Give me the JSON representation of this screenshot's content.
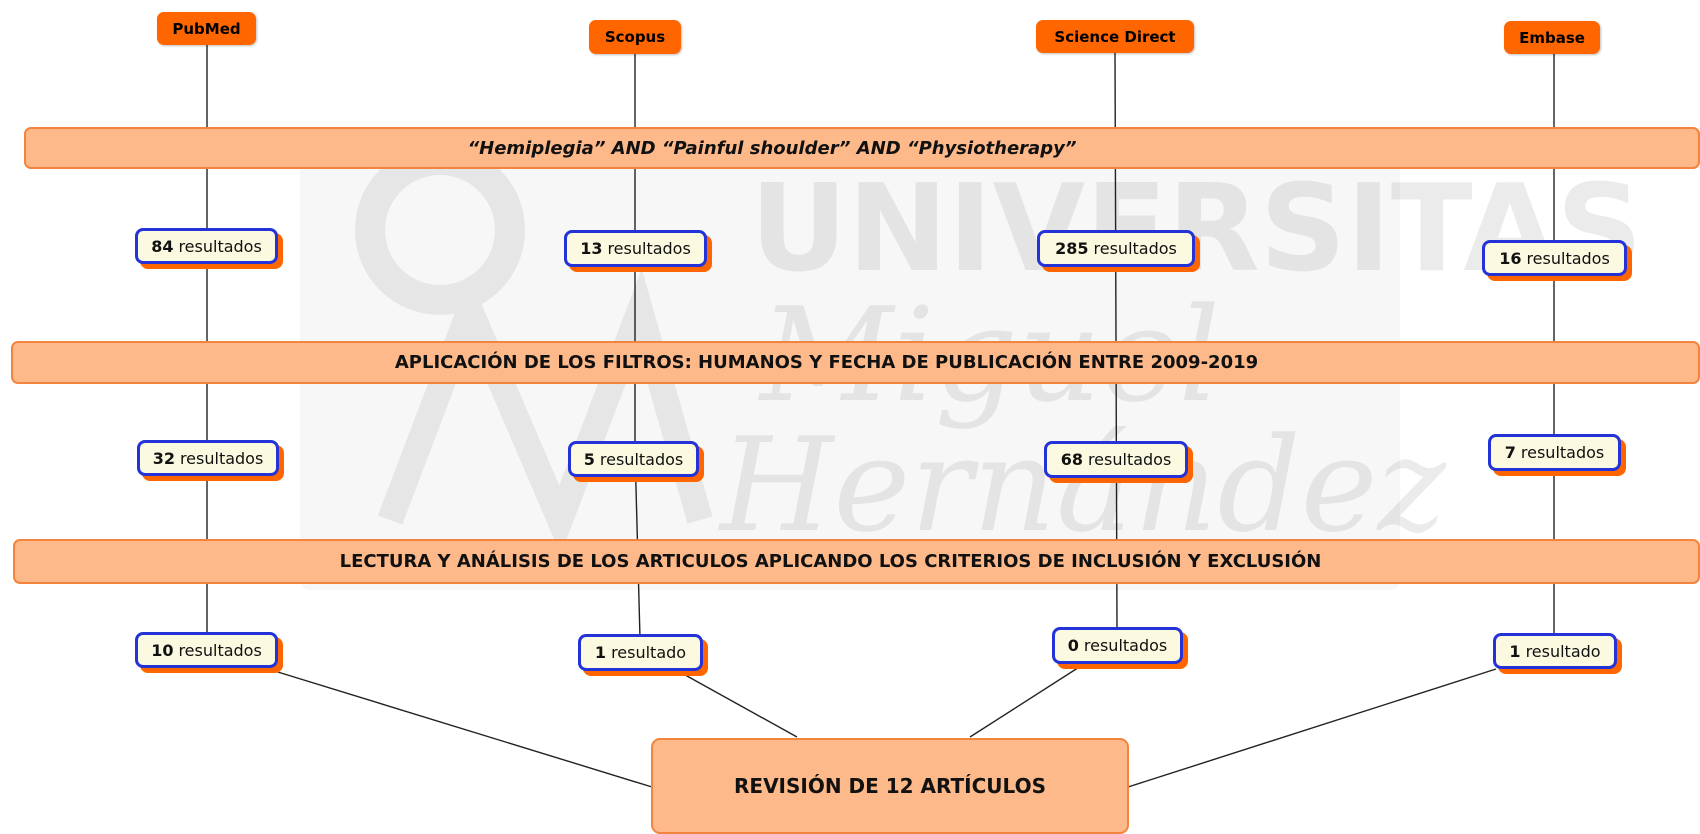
{
  "databases": [
    "PubMed",
    "Scopus",
    "Science Direct",
    "Embase"
  ],
  "bands": {
    "search": "“Hemiplegia” AND “Painful shoulder” AND “Physiotherapy”",
    "filters": "APLICACIÓN DE LOS FILTROS: HUMANOS Y FECHA DE PUBLICACIÓN ENTRE 2009-2019",
    "reading": "LECTURA Y ANÁLISIS DE LOS ARTICULOS APLICANDO LOS CRITERIOS DE INCLUSIÓN Y EXCLUSIÓN"
  },
  "results": {
    "stage1": [
      {
        "num": "84",
        "label": "resultados"
      },
      {
        "num": "13",
        "label": "resultados"
      },
      {
        "num": "285",
        "label": "resultados"
      },
      {
        "num": "16",
        "label": "resultados"
      }
    ],
    "stage2": [
      {
        "num": "32",
        "label": "resultados"
      },
      {
        "num": "5",
        "label": "resultados"
      },
      {
        "num": "68",
        "label": "resultados"
      },
      {
        "num": "7",
        "label": "resultados"
      }
    ],
    "stage3": [
      {
        "num": "10",
        "label": "resultados"
      },
      {
        "num": "1",
        "label": "resultado"
      },
      {
        "num": "0",
        "label": "resultados"
      },
      {
        "num": "1",
        "label": "resultado"
      }
    ]
  },
  "final": "REVISIÓN DE 12 ARTÍCULOS",
  "colors": {
    "database_fill": "#ff6600",
    "band_fill": "#fdb98a",
    "band_border": "#f3843e",
    "result_fill": "#fbf9e0",
    "result_border": "#2433d8",
    "result_shadow": "#ff6600",
    "connector": "#222222"
  },
  "watermark": {
    "text_line1": "UNIVERSITAS",
    "text_line2": "Miguel",
    "text_line3": "Hernández"
  }
}
